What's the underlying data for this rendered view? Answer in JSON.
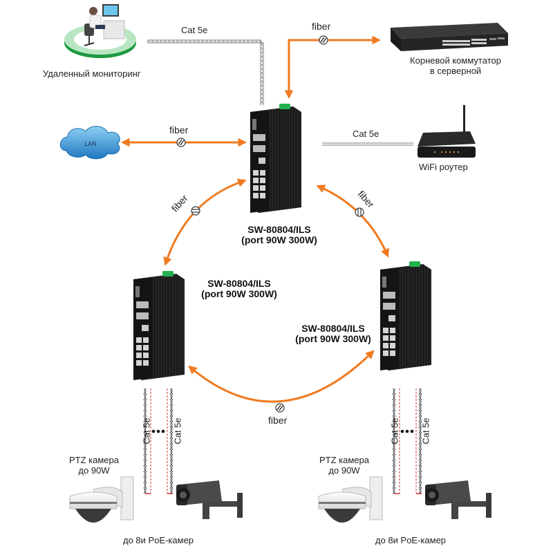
{
  "colors": {
    "fiber": "#f07a20",
    "cable": "#555555",
    "poe_marker": "#d23030",
    "switch_body": "#1a1a1a",
    "switch_clip": "#22b14c",
    "cloud": "#2f8fd0",
    "monitor_ring": "#2aa84a"
  },
  "nodes": {
    "remote_monitoring": {
      "label": "Удаленный мониторинг",
      "icon": "operator-workstation-icon"
    },
    "root_switch": {
      "label_line1": "Корневой коммутатор",
      "label_line2": "в серверной",
      "icon": "rack-switch-icon"
    },
    "lan": {
      "label": "LAN",
      "icon": "cloud-icon"
    },
    "wifi_router": {
      "label": "WiFi роутер",
      "icon": "router-icon"
    },
    "switch_top": {
      "model": "SW-80804/ILS",
      "ports": "(port 90W 300W)"
    },
    "switch_left": {
      "model": "SW-80804/ILS",
      "ports": "(port 90W 300W)"
    },
    "switch_right": {
      "model": "SW-80804/ILS",
      "ports": "(port 90W 300W)"
    }
  },
  "links": {
    "monitoring_to_switch": "Cat 5e",
    "root_to_switch": "fiber",
    "lan_to_switch": "fiber",
    "switch_to_router": "Cat 5e",
    "top_to_left": "fiber",
    "top_to_right": "fiber",
    "left_to_right": "fiber"
  },
  "camera_groups": [
    {
      "cable_a": "Cat 5e",
      "cable_b": "Cat 5e",
      "ptz_label_line1": "PTZ камера",
      "ptz_label_line2": "до 90W",
      "poe_label": "до 8и  PoE-камер"
    },
    {
      "cable_a": "Cat 5e",
      "cable_b": "Cat 5e",
      "ptz_label_line1": "PTZ камера",
      "ptz_label_line2": "до 90W",
      "poe_label": "до 8и  PoE-камер"
    }
  ]
}
